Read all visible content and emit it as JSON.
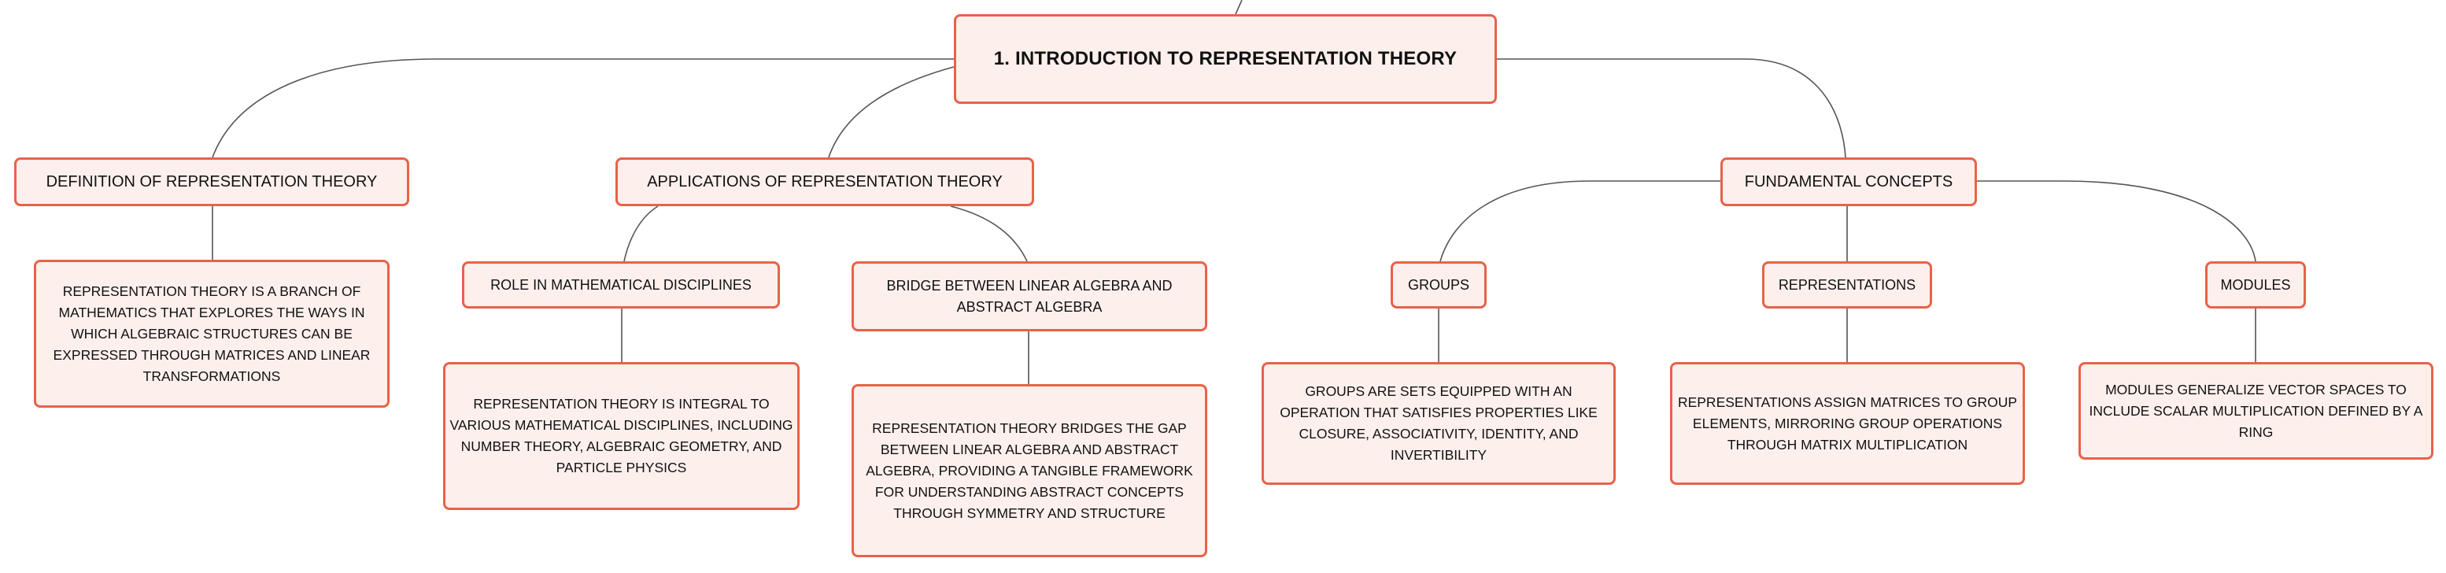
{
  "colors": {
    "border": "#e8624a",
    "fill": "#fdf0ec",
    "connector": "#555555"
  },
  "root": {
    "label": "1. INTRODUCTION TO REPRESENTATION THEORY"
  },
  "definition": {
    "label": "DEFINITION OF REPRESENTATION THEORY",
    "detail": "REPRESENTATION THEORY IS A BRANCH OF MATHEMATICS THAT EXPLORES THE WAYS IN WHICH ALGEBRAIC STRUCTURES CAN BE EXPRESSED THROUGH MATRICES AND LINEAR TRANSFORMATIONS"
  },
  "applications": {
    "label": "APPLICATIONS OF REPRESENTATION THEORY",
    "role": {
      "label": "ROLE IN MATHEMATICAL DISCIPLINES",
      "detail": "REPRESENTATION THEORY IS INTEGRAL TO VARIOUS MATHEMATICAL DISCIPLINES, INCLUDING NUMBER THEORY, ALGEBRAIC GEOMETRY, AND PARTICLE PHYSICS"
    },
    "bridge": {
      "label": "BRIDGE BETWEEN LINEAR ALGEBRA AND ABSTRACT ALGEBRA",
      "detail": "REPRESENTATION THEORY BRIDGES THE GAP BETWEEN LINEAR ALGEBRA AND ABSTRACT ALGEBRA, PROVIDING A TANGIBLE FRAMEWORK FOR UNDERSTANDING ABSTRACT CONCEPTS THROUGH SYMMETRY AND STRUCTURE"
    }
  },
  "fundamentals": {
    "label": "FUNDAMENTAL CONCEPTS",
    "groups": {
      "label": "GROUPS",
      "detail": "GROUPS ARE SETS EQUIPPED WITH AN OPERATION THAT SATISFIES PROPERTIES LIKE CLOSURE, ASSOCIATIVITY, IDENTITY, AND INVERTIBILITY"
    },
    "representations": {
      "label": "REPRESENTATIONS",
      "detail": "REPRESENTATIONS ASSIGN MATRICES TO GROUP ELEMENTS, MIRRORING GROUP OPERATIONS THROUGH MATRIX MULTIPLICATION"
    },
    "modules": {
      "label": "MODULES",
      "detail": "MODULES GENERALIZE VECTOR SPACES TO INCLUDE SCALAR MULTIPLICATION DEFINED BY A RING"
    }
  }
}
